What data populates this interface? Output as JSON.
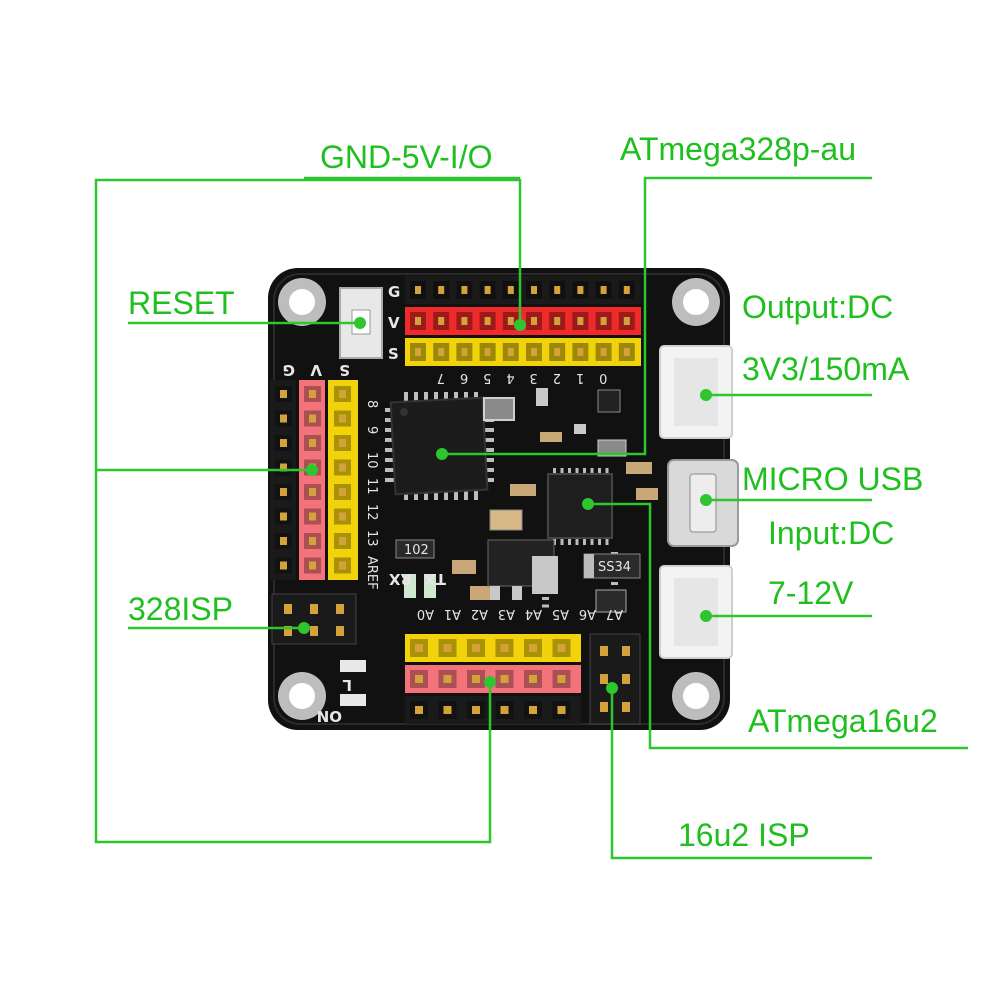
{
  "colors": {
    "callout_line": "#2ec52e",
    "callout_text": "#1fbf1f",
    "pcb": "#111111",
    "header_ground": "#1a1a1a",
    "header_power": "#ee2a2a",
    "header_signal": "#f2d20a",
    "pin_metal": "#d4a23a"
  },
  "labels": {
    "gnd_5v_io": "GND-5V-I/O",
    "atmega328": "ATmega328p-au",
    "reset": "RESET",
    "output_dc": "Output:DC",
    "output_rating": "3V3/150mA",
    "micro_usb": "MICRO USB",
    "input_dc": "Input:DC",
    "input_rating": "7-12V",
    "isp_328": "328ISP",
    "atmega16u2": "ATmega16u2",
    "isp_16u2": "16u2 ISP"
  },
  "silkscreen": {
    "row_g": "G",
    "row_v": "V",
    "row_s": "S",
    "top_pins": [
      "7",
      "6",
      "5",
      "4",
      "3",
      "2",
      "1",
      "0"
    ],
    "left_pins": [
      "8",
      "9",
      "10",
      "11",
      "12",
      "13",
      "AREF"
    ],
    "bottom_pins": [
      "A0",
      "A1",
      "A2",
      "A3",
      "A4",
      "A5",
      "A6",
      "A7"
    ],
    "tx": "TX",
    "rx": "RX",
    "on": "ON",
    "l": "L",
    "chip_marking": "102",
    "diode_marking": "SS34"
  },
  "icons": [
    "mounting-hole-icon",
    "pin-header-icon",
    "chip-icon",
    "usb-port-icon",
    "jst-connector-icon"
  ]
}
